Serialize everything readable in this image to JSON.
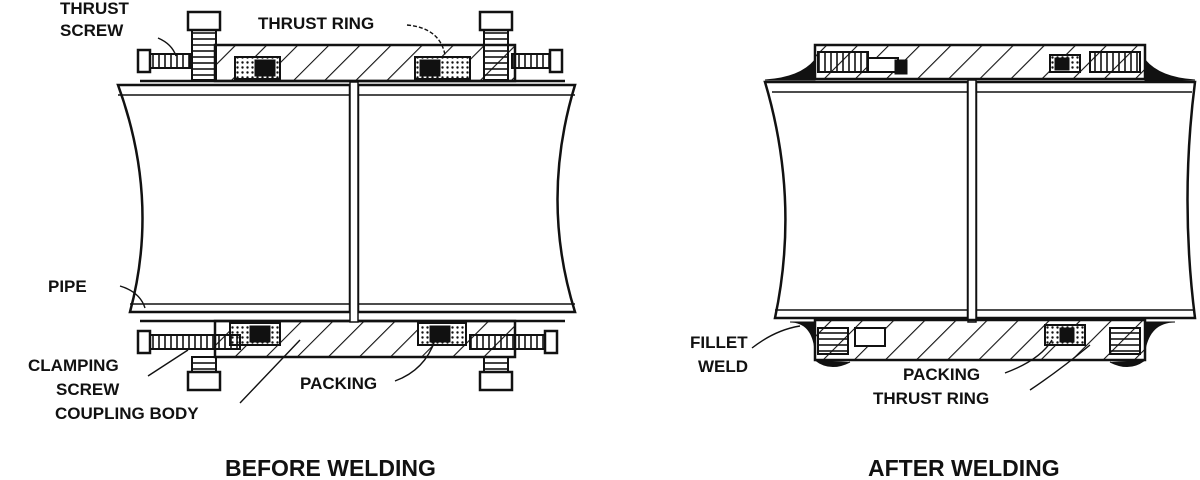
{
  "before": {
    "caption": "BEFORE WELDING",
    "labels": {
      "thrust_screw_1": "THRUST",
      "thrust_screw_2": "SCREW",
      "thrust_ring": "THRUST RING",
      "pipe": "PIPE",
      "clamping_screw_1": "CLAMPING",
      "clamping_screw_2": "SCREW",
      "packing": "PACKING",
      "coupling_body": "COUPLING BODY"
    }
  },
  "after": {
    "caption": "AFTER WELDING",
    "labels": {
      "fillet_weld_1": "FILLET",
      "fillet_weld_2": "WELD",
      "packing": "PACKING",
      "thrust_ring": "THRUST RING"
    }
  }
}
